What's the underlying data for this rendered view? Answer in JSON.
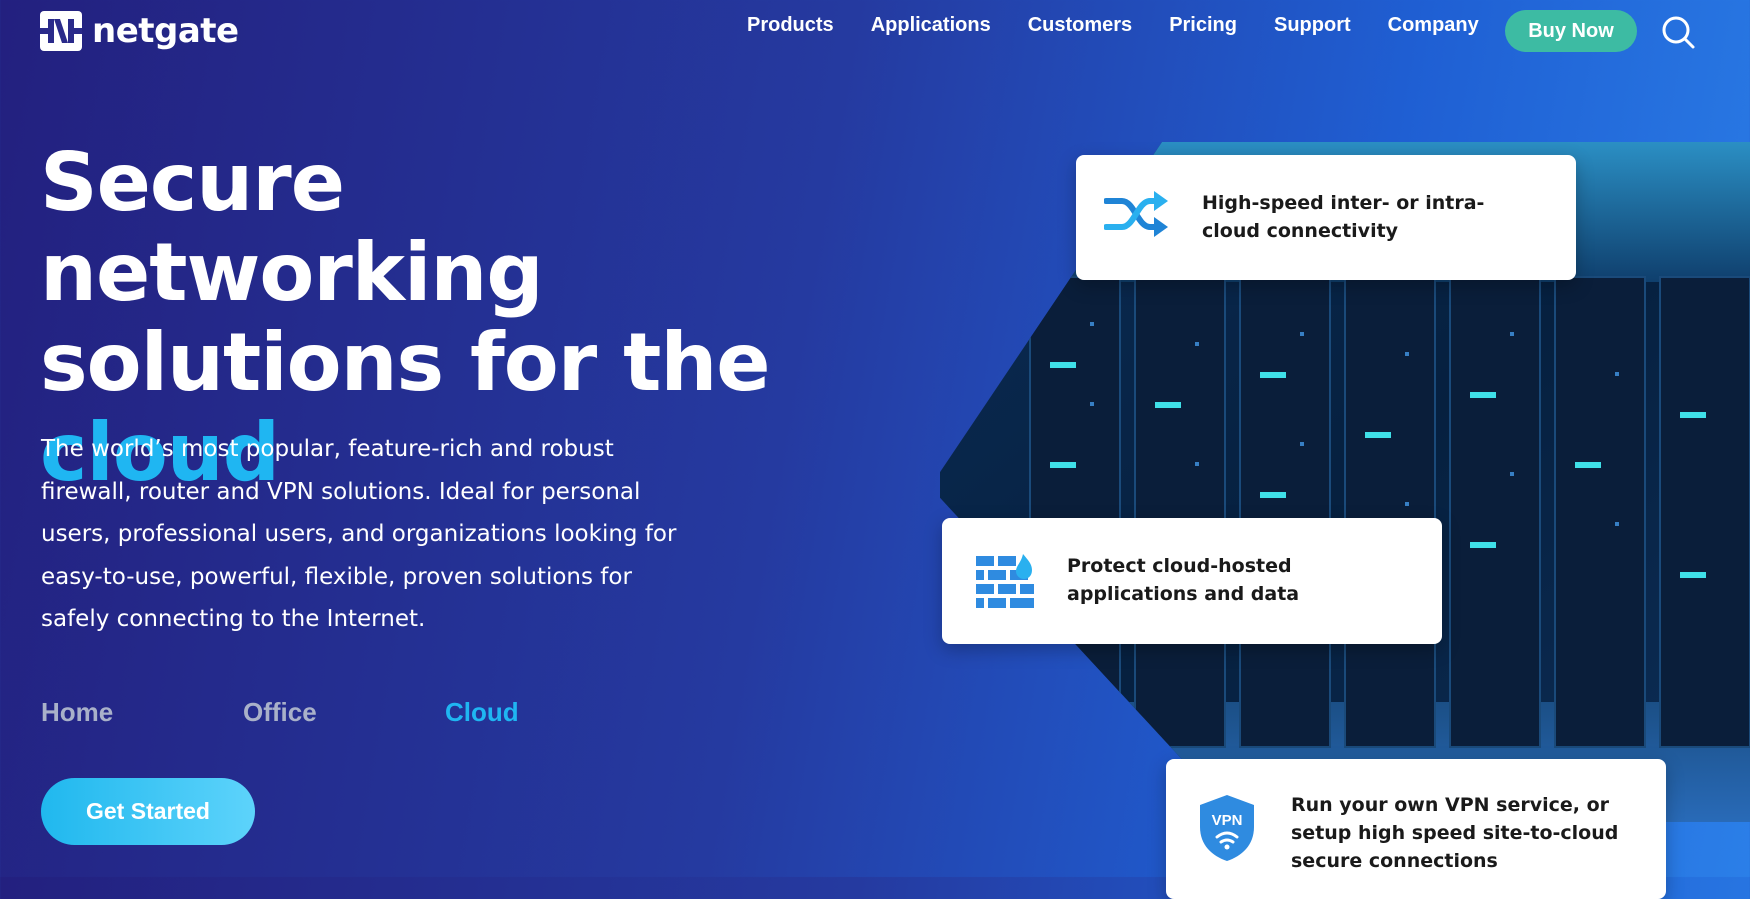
{
  "brand": {
    "name": "netgate"
  },
  "nav": {
    "items": [
      "Products",
      "Applications",
      "Customers",
      "Pricing",
      "Support",
      "Company"
    ],
    "buy_label": "Buy Now",
    "search_icon": "search-icon"
  },
  "hero": {
    "title_line1": "Secure networking",
    "title_line2": "solutions for the",
    "title_accent": "cloud",
    "description": "The world’s most popular, feature-rich and robust firewall, router and VPN solutions. Ideal for personal users, professional users, and organizations looking for easy-to-use, powerful, flexible, proven solutions for safely connecting to the Internet.",
    "segments": [
      "Home",
      "Office",
      "Cloud"
    ],
    "active_segment": "Cloud",
    "cta_label": "Get Started"
  },
  "features": [
    {
      "icon": "shuffle-icon",
      "text": "High-speed inter- or intra-cloud connectivity"
    },
    {
      "icon": "firewall-icon",
      "text": "Protect cloud-hosted applications and data"
    },
    {
      "icon": "vpn-shield-icon",
      "text": "Run your own VPN service, or setup high speed site-to-cloud secure connections",
      "badge": "VPN"
    }
  ],
  "colors": {
    "accent": "#1fb6f2",
    "buy_button": "#3dbba3",
    "background_start": "#23207f",
    "background_end": "#2b7fe8"
  }
}
